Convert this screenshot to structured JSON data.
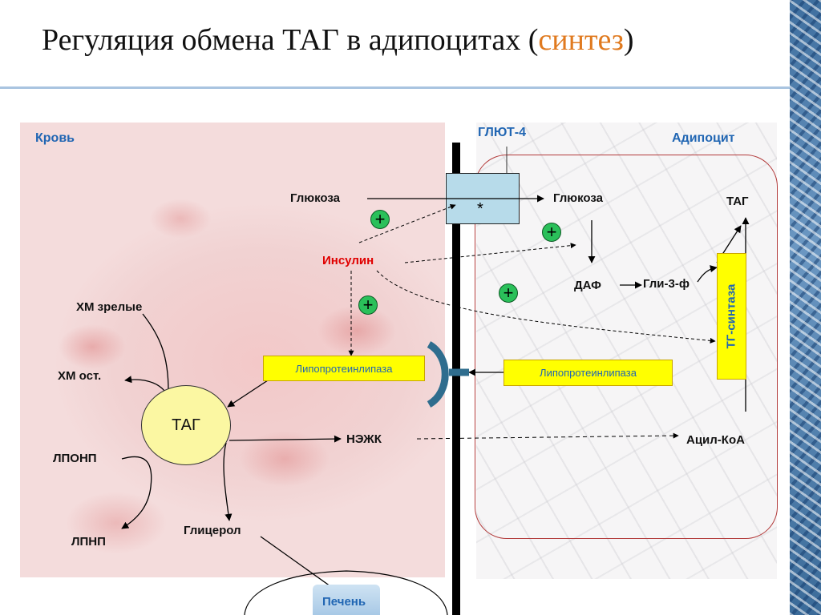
{
  "slide": {
    "title_main": "Регуляция обмена ТАГ в адипоцитах (",
    "title_accent": "синтез",
    "title_close": ")"
  },
  "regions": {
    "blood": "Кровь",
    "adipocyte": "Адипоцит",
    "glut4": "ГЛЮТ-4",
    "liver": "Печень"
  },
  "labels": {
    "glucose_out": "Глюкоза",
    "glucose_in": "Глюкоза",
    "transporter_mark": "*",
    "insulin": "Инсулин",
    "lpl_blood": "Липопротеинлипаза",
    "lpl_cell": "Липопротеинлипаза",
    "tag_blood": "ТАГ",
    "tag_cell": "ТАГ",
    "hm_mature": "ХМ зрелые",
    "hm_remnant": "ХМ ост.",
    "lponp": "ЛПОНП",
    "lpnp": "ЛПНП",
    "glycerol": "Глицерол",
    "nezhk": "НЭЖК",
    "daf": "ДАФ",
    "gli3f": "Гли-3-ф",
    "tg_synthase": "ТГ-синтаза",
    "acyl_coa": "Ацил-КоА",
    "plus": "+"
  },
  "colors": {
    "accent": "#e07a1f",
    "insulin": "#e00000",
    "blue_text": "#2166b3",
    "enzyme_bg": "#ffff00",
    "tag_bg": "#fbf7a2",
    "plus_bg": "#2ac05a",
    "glut_bg": "#b7dbea"
  }
}
